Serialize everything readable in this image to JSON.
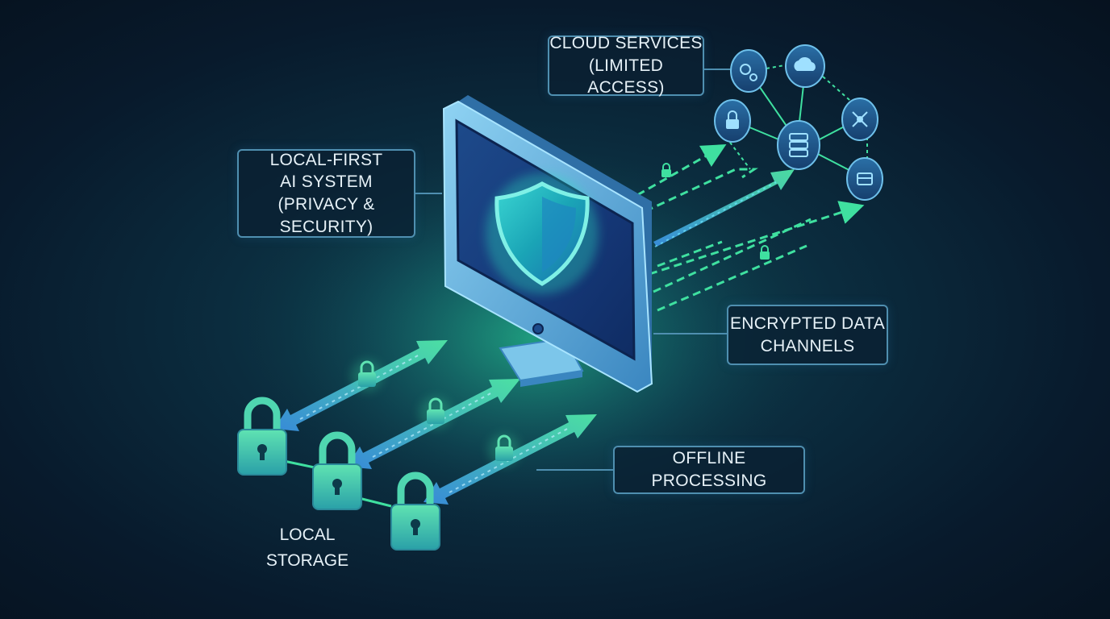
{
  "labels": {
    "cloud": {
      "line1": "CLOUD SERVICES",
      "line2": "(LIMITED ACCESS)"
    },
    "local_first": {
      "line1": "LOCAL-FIRST",
      "line2": "AI SYSTEM",
      "line3": "(PRIVACY & SECURITY)"
    },
    "encrypted": {
      "line1": "ENCRYPTED DATA",
      "line2": "CHANNELS"
    },
    "offline": {
      "line1": "OFFLINE PROCESSING"
    },
    "local_storage": {
      "line1": "LOCAL",
      "line2": "STORAGE"
    }
  },
  "cloud_nodes": [
    {
      "icon": "gears-icon"
    },
    {
      "icon": "cloud-icon"
    },
    {
      "icon": "lock-icon"
    },
    {
      "icon": "server-icon"
    },
    {
      "icon": "network-icon"
    },
    {
      "icon": "storage-icon"
    }
  ],
  "colors": {
    "accent_green": "#3fe0a0",
    "accent_blue": "#3a9fe0",
    "monitor_frame": "#6ec0ea",
    "label_border": "#4f8fb0"
  }
}
